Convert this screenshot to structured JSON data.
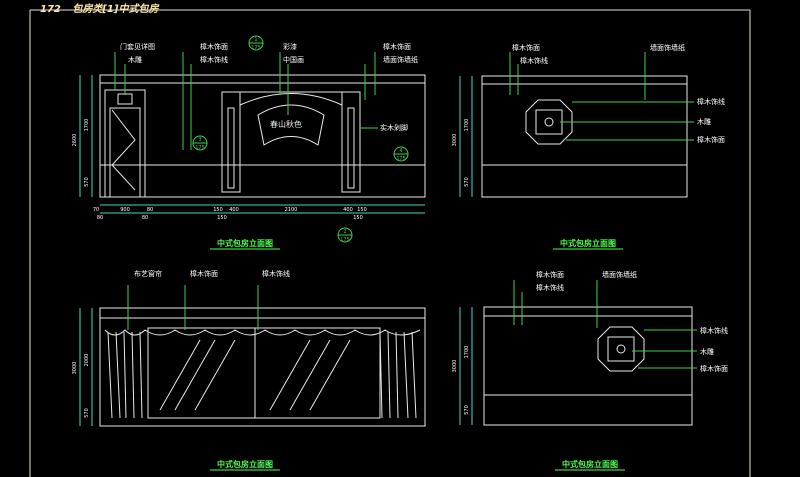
{
  "sheet": {
    "page_number": "172",
    "title": "包房类[1]中式包房"
  },
  "colors": {
    "background": "#000000",
    "outline": "#e8e8e8",
    "dimension": "#49d7c5",
    "leader": "#3fd04a",
    "label": "#ffffff",
    "caption": "#4dff4d",
    "frame": "#e6e0d0"
  },
  "elevations": [
    {
      "id": "elevation-1",
      "caption": "中式包房立面图",
      "labels_top": [
        "门套见详图",
        "木雕",
        "樟木饰面",
        "樟木饰线",
        "彩漆",
        "中国画",
        "樟木饰面",
        "墙面饰墙纸"
      ],
      "top_ref": {
        "num": "1",
        "sheet": "175"
      },
      "side_ref": {
        "num": "3",
        "sheet": "175"
      },
      "right_ref": {
        "num": "4",
        "sheet": "175"
      },
      "bottom_ref": {
        "num": "2",
        "sheet": "175"
      },
      "right_label": "实木剁脚",
      "dims_bottom": [
        "70",
        "900",
        "80",
        "150",
        "400",
        "2100",
        "400",
        "150"
      ],
      "dims_bottom2": [
        "80",
        "80",
        "150",
        "150"
      ],
      "dims_left": [
        "2600",
        "1700",
        "570"
      ],
      "painting_text": "春山秋色"
    },
    {
      "id": "elevation-2",
      "caption": "中式包房立面图",
      "labels": [
        "樟木饰面",
        "樟木饰线",
        "墙面饰墙纸",
        "樟木饰线",
        "木雕",
        "樟木饰面"
      ],
      "dims_left": [
        "3000",
        "1700",
        "570"
      ]
    },
    {
      "id": "elevation-3",
      "caption": "中式包房立面图",
      "labels": [
        "布艺窗帘",
        "樟木饰面",
        "樟木饰线"
      ],
      "dims_left": [
        "3000",
        "2000",
        "570"
      ]
    },
    {
      "id": "elevation-4",
      "caption": "中式包房立面图",
      "labels": [
        "樟木饰面",
        "樟木饰线",
        "墙面饰墙纸",
        "樟木饰线",
        "木雕",
        "樟木饰面"
      ],
      "dims_left": [
        "3000",
        "1700",
        "570"
      ]
    }
  ]
}
